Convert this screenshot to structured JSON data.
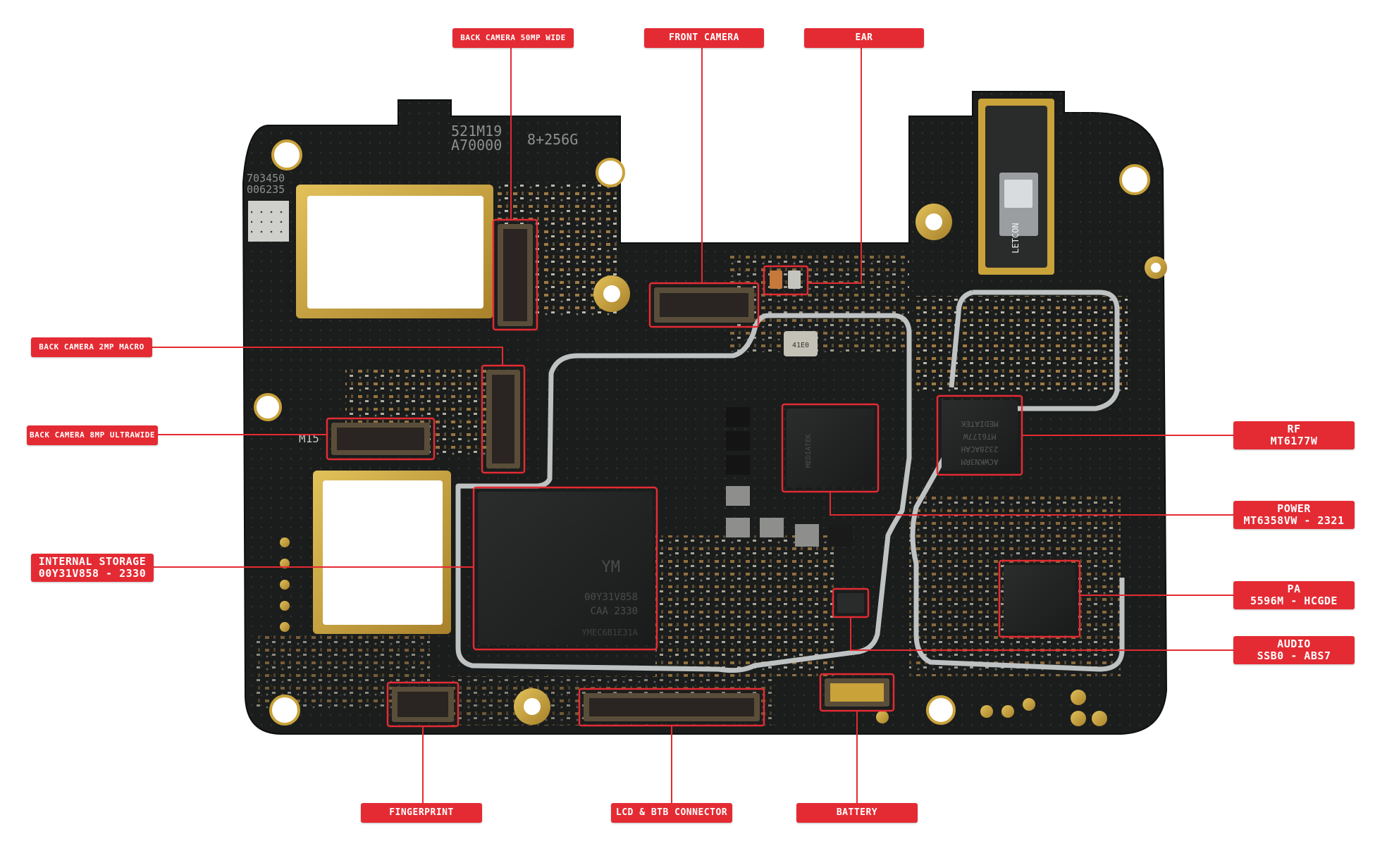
{
  "board": {
    "silk_model": "521M19",
    "silk_sub": "A70000",
    "silk_mem": "8+256G",
    "silk_serial_1": "703450",
    "silk_serial_2": "006235",
    "silk_m15": "M15",
    "jack_brand": "LETCON",
    "storage_chip_logo": "YM",
    "storage_chip_line1": "00Y31V858",
    "storage_chip_line2": "CAA  2330",
    "storage_chip_line3": "YMEC6B1E31A",
    "power_chip_text": "MEDIATEK",
    "rf_chip_line1": "MEDIATEK",
    "rf_chip_line2": "MT6177W",
    "rf_chip_line3": "2328ACAH",
    "rf_chip_line4": "ACWKN3RM",
    "crystal_text": "41E0"
  },
  "callouts": [
    {
      "id": "back-camera-50mp-wide",
      "lines": [
        "BACK CAMERA 50MP WIDE"
      ]
    },
    {
      "id": "front-camera",
      "lines": [
        "FRONT CAMERA"
      ]
    },
    {
      "id": "ear",
      "lines": [
        "EAR"
      ]
    },
    {
      "id": "back-camera-2mp-macro",
      "lines": [
        "BACK CAMERA 2MP MACRO"
      ]
    },
    {
      "id": "back-camera-8mp-ultrawide",
      "lines": [
        "BACK CAMERA 8MP ULTRAWIDE"
      ]
    },
    {
      "id": "internal-storage",
      "lines": [
        "INTERNAL STORAGE",
        "00Y31V858 - 2330"
      ]
    },
    {
      "id": "rf",
      "lines": [
        "RF",
        "MT6177W"
      ]
    },
    {
      "id": "power",
      "lines": [
        "POWER",
        "MT6358VW - 2321"
      ]
    },
    {
      "id": "pa",
      "lines": [
        "PA",
        "5596M - HCGDE"
      ]
    },
    {
      "id": "audio",
      "lines": [
        "AUDIO",
        "SSB0 - ABS7"
      ]
    },
    {
      "id": "fingerprint",
      "lines": [
        "FINGERPRINT"
      ]
    },
    {
      "id": "lcd-btb-connector",
      "lines": [
        "LCD & BTB CONNECTOR"
      ]
    },
    {
      "id": "battery",
      "lines": [
        "BATTERY"
      ]
    }
  ],
  "colors": {
    "accent": "#e42b33",
    "pcb": "#1b1d1c",
    "gold": "#c9a23a",
    "shield": "#bfc2c3"
  }
}
